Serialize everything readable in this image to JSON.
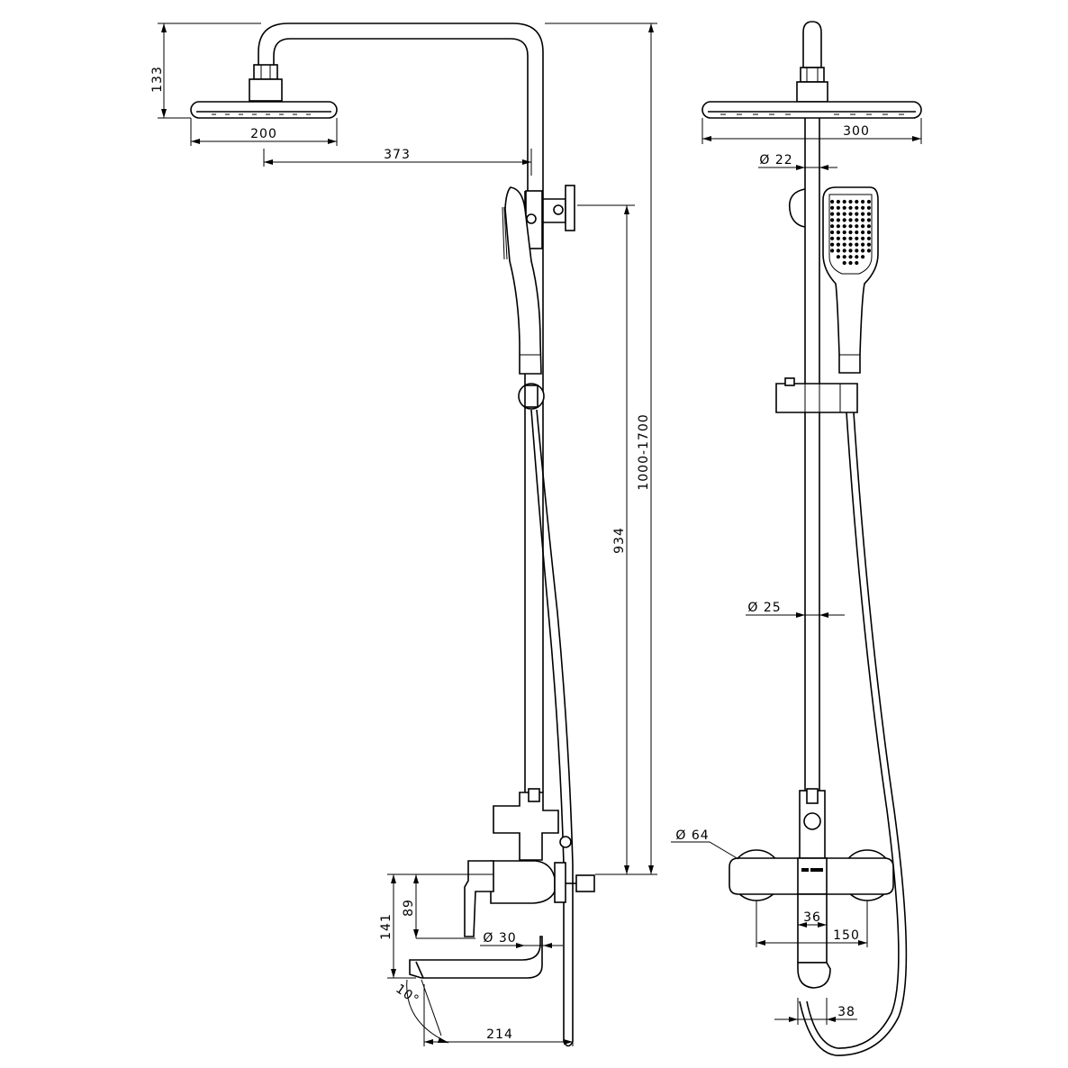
{
  "diagram": {
    "dimensions": {
      "showerhead_height": "133",
      "side_head_width": "200",
      "arm_reach": "373",
      "overall_height_range": "1000-1700",
      "mount_height": "934",
      "front_head_width": "300",
      "top_pipe_diameter": "Ø 22",
      "main_pipe_diameter": "Ø 25",
      "escutcheon_diameter": "Ø 64",
      "spout_height": "141",
      "handle_height": "89",
      "spout_pipe_diameter": "Ø 30",
      "spout_angle": "10°",
      "spout_reach": "214",
      "body_width": "36",
      "inlet_spacing": "150",
      "outlet_width": "38"
    }
  }
}
